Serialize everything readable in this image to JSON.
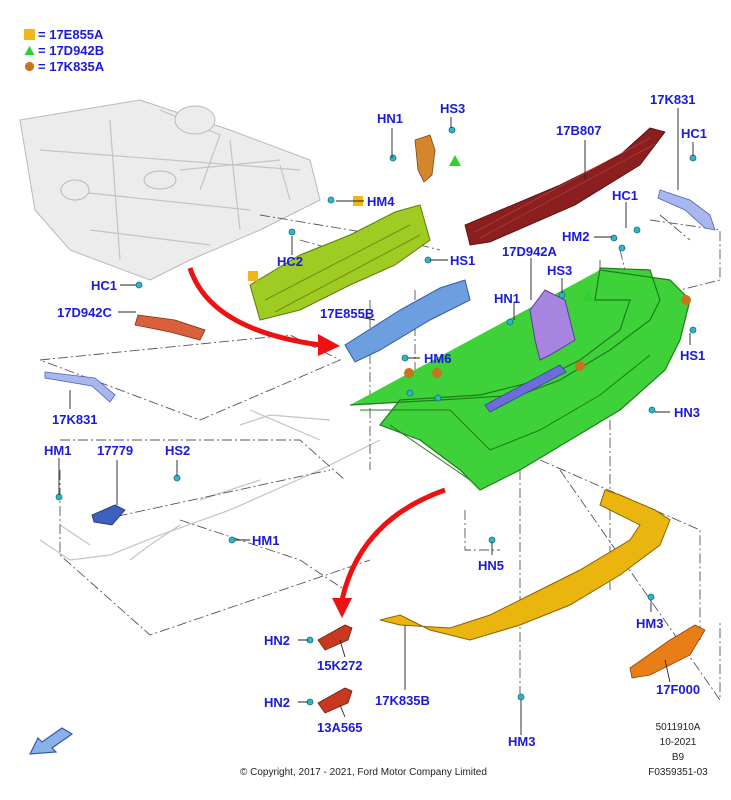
{
  "legend": [
    {
      "symbol": "square",
      "color": "#f2b61a",
      "label": "17E855A"
    },
    {
      "symbol": "triangle",
      "color": "#2ed12e",
      "label": "17D942B"
    },
    {
      "symbol": "circle",
      "color": "#c8741a",
      "label": "17K835A"
    }
  ],
  "callouts": {
    "hn1_top": "HN1",
    "hs3_top": "HS3",
    "k831_right": "17K831",
    "b807": "17B807",
    "hc1_right": "HC1",
    "hm4": "HM4",
    "hc2": "HC2",
    "hs1_mid": "HS1",
    "hc1_mid": "HC1",
    "hm2": "HM2",
    "d942a": "17D942A",
    "hs3_mid": "HS3",
    "hn1_mid": "HN1",
    "hc1_left": "HC1",
    "d942c": "17D942C",
    "e855b": "17E855B",
    "hm6": "HM6",
    "hs1_right": "HS1",
    "k831_left": "17K831",
    "hn3_right": "HN3",
    "hm1_left": "HM1",
    "p17779": "17779",
    "hs2": "HS2",
    "hm1_low": "HM1",
    "hn5": "HN5",
    "hn2_a": "HN2",
    "k272": "15K272",
    "hn2_b": "HN2",
    "a565": "13A565",
    "k835b": "17K835B",
    "hm3_right": "HM3",
    "f000": "17F000",
    "hm3_bottom": "HM3"
  },
  "footer": {
    "copyright": "© Copyright, 2017 - 2021, Ford Motor Company Limited",
    "ref1": "5011910A",
    "ref2": "10-2021",
    "ref3": "B9",
    "ref4": "F0359351-03"
  },
  "colors": {
    "label": "#1a1ad8",
    "bumper": "#3fd13a",
    "absorber": "#9fcc22",
    "bracket_blue": "#6d9fe0",
    "valance": "#e9b50e",
    "reflector": "#e87e15",
    "strip": "#8b1e1e",
    "arrow": "#ee1111"
  },
  "icons": {
    "nav": "back-arrow-icon"
  }
}
